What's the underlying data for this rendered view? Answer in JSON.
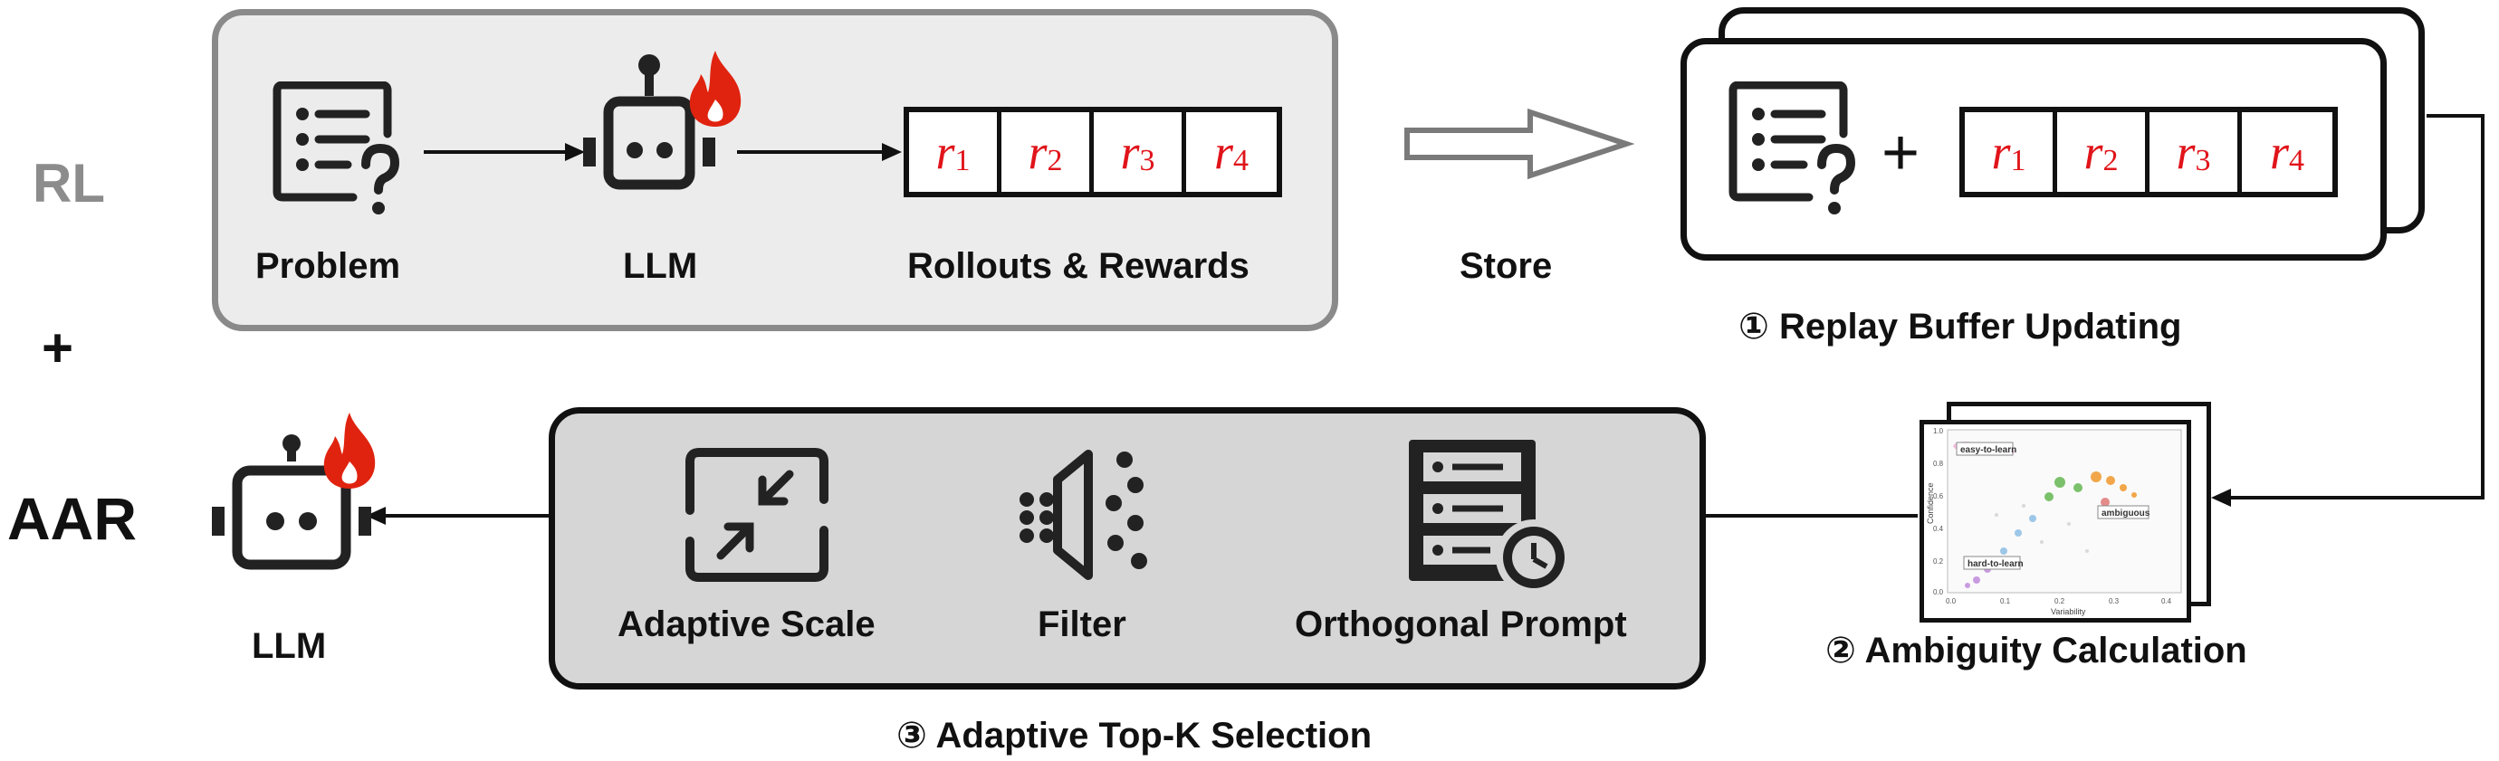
{
  "side_labels": {
    "rl": "RL",
    "plus": "+",
    "aar": "AAR"
  },
  "top_row": {
    "problem_label": "Problem",
    "llm_label": "LLM",
    "rollouts_label": "Rollouts & Rewards",
    "rewards": [
      {
        "sym": "r",
        "sub": "1"
      },
      {
        "sym": "r",
        "sub": "2"
      },
      {
        "sym": "r",
        "sub": "3"
      },
      {
        "sym": "r",
        "sub": "4"
      }
    ],
    "store_label": "Store"
  },
  "replay_buffer": {
    "plus_sign": "+",
    "rewards": [
      {
        "sym": "r",
        "sub": "1"
      },
      {
        "sym": "r",
        "sub": "2"
      },
      {
        "sym": "r",
        "sub": "3"
      },
      {
        "sym": "r",
        "sub": "4"
      }
    ],
    "step_label": "① Replay Buffer Updating"
  },
  "ambiguity": {
    "step_label": "② Ambiguity Calculation",
    "mini_plot": {
      "ylabel": "Confidence",
      "xlabel": "Variability",
      "yticks": [
        "1.0",
        "0.8",
        "0.6",
        "0.4",
        "0.2",
        "0.0"
      ],
      "xticks": [
        "0.0",
        "0.1",
        "0.2",
        "0.3",
        "0.4"
      ],
      "regions": [
        "easy-to-learn",
        "ambiguous",
        "hard-to-learn"
      ]
    }
  },
  "selection": {
    "orthogonal_label": "Orthogonal Prompt",
    "filter_label": "Filter",
    "scale_label": "Adaptive Scale",
    "step_label": "③ Adaptive Top-K Selection"
  },
  "output_llm_label": "LLM",
  "colors": {
    "flame": "#e0230f",
    "reward_text": "#e0141a",
    "panel_top_fill": "#ececec",
    "panel_top_border": "#8a8a8a",
    "panel_bottom_fill": "#d6d6d6",
    "icon": "#222222"
  }
}
